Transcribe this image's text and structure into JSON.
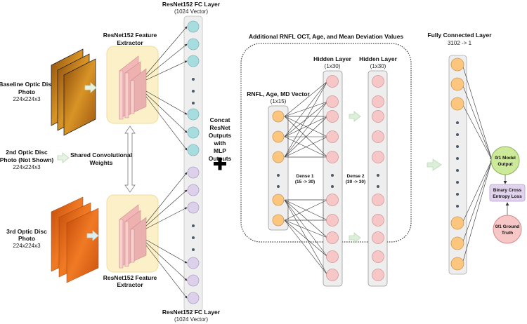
{
  "title": "ResNet152 + MLP glaucoma progression model architecture",
  "inputs": [
    {
      "name": "Baseline Optic Disc",
      "line2": "Photo",
      "dims": "224x224x3"
    },
    {
      "name": "2nd Optic Disc",
      "line2": "Photo (Not Shown)",
      "dims": "224x224x3"
    },
    {
      "name": "3rd Optic Disc",
      "line2": "Photo",
      "dims": "224x224x3"
    }
  ],
  "extractor": {
    "top_label_1": "ResNet152 Feature",
    "top_label_2": "Extractor",
    "bottom_label_1": "ResNet152 Feature",
    "bottom_label_2": "Extractor",
    "shared_label_1": "Shared Convolutional",
    "shared_label_2": "Weights"
  },
  "fc_layer": {
    "top_title": "ResNet152 FC Layer",
    "top_sub": "(1024 Vector)",
    "bottom_title": "ResNet152 FC Layer",
    "bottom_sub": "(1024 Vector)"
  },
  "concat": {
    "lines": [
      "Concat",
      "ResNet",
      "Outputs",
      "with",
      "MLP",
      "Outputs"
    ],
    "symbol": "+"
  },
  "mlp": {
    "title": "Additional RNFL OCT, Age, and Mean Deviation Values",
    "input_title": "RNFL, Age, MD Vector",
    "input_sub": "(1x15)",
    "hidden1_title": "Hidden Layer",
    "hidden1_sub": "(1x30)",
    "hidden2_title": "Hidden Layer",
    "hidden2_sub": "(1x30)",
    "dense1": "Dense 1",
    "dense1_sub": "(15 -> 30)",
    "dense2": "Dense 2",
    "dense2_sub": "(30 -> 30)"
  },
  "final": {
    "title": "Fully Connected Layer",
    "sub": "3102 -> 1",
    "output_1": "0/1 Model",
    "output_2": "Output",
    "loss_1": "Binary Cross",
    "loss_2": "Entropy Loss",
    "truth_1": "0/1 Ground",
    "truth_2": "Truth"
  },
  "colors": {
    "cyan_node": "#a8dde0",
    "purple_node": "#dcd0ea",
    "orange_node": "#fcc67e",
    "pink_node": "#f7c6c6",
    "green_output": "#cde99a",
    "loss_box": "#e1d3ee",
    "extractor_bg": "#fcf0c8",
    "column_bg": "#eeeeee"
  }
}
